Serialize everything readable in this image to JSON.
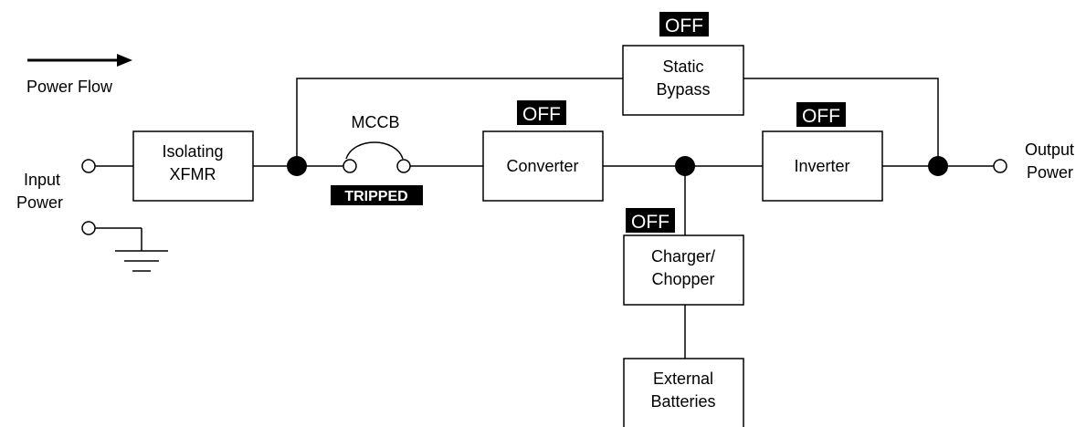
{
  "legend": {
    "label": "Power Flow"
  },
  "terminals": {
    "input": [
      "Input",
      "Power"
    ],
    "output": [
      "Output",
      "Power"
    ]
  },
  "blocks": {
    "isolating_xfmr": [
      "Isolating",
      "XFMR"
    ],
    "static_bypass": [
      "Static",
      "Bypass"
    ],
    "converter": [
      "Converter"
    ],
    "inverter": [
      "Inverter"
    ],
    "charger_chopper": [
      "Charger/",
      "Chopper"
    ],
    "external_batteries": [
      "External",
      "Batteries"
    ]
  },
  "breaker": {
    "label": "MCCB",
    "state": "TRIPPED"
  },
  "states": {
    "static_bypass": "OFF",
    "converter": "OFF",
    "inverter": "OFF",
    "charger_chopper": "OFF"
  },
  "colors": {
    "line": "#000000",
    "tag_bg": "#000000",
    "tag_text": "#ffffff",
    "background": "#ffffff"
  }
}
